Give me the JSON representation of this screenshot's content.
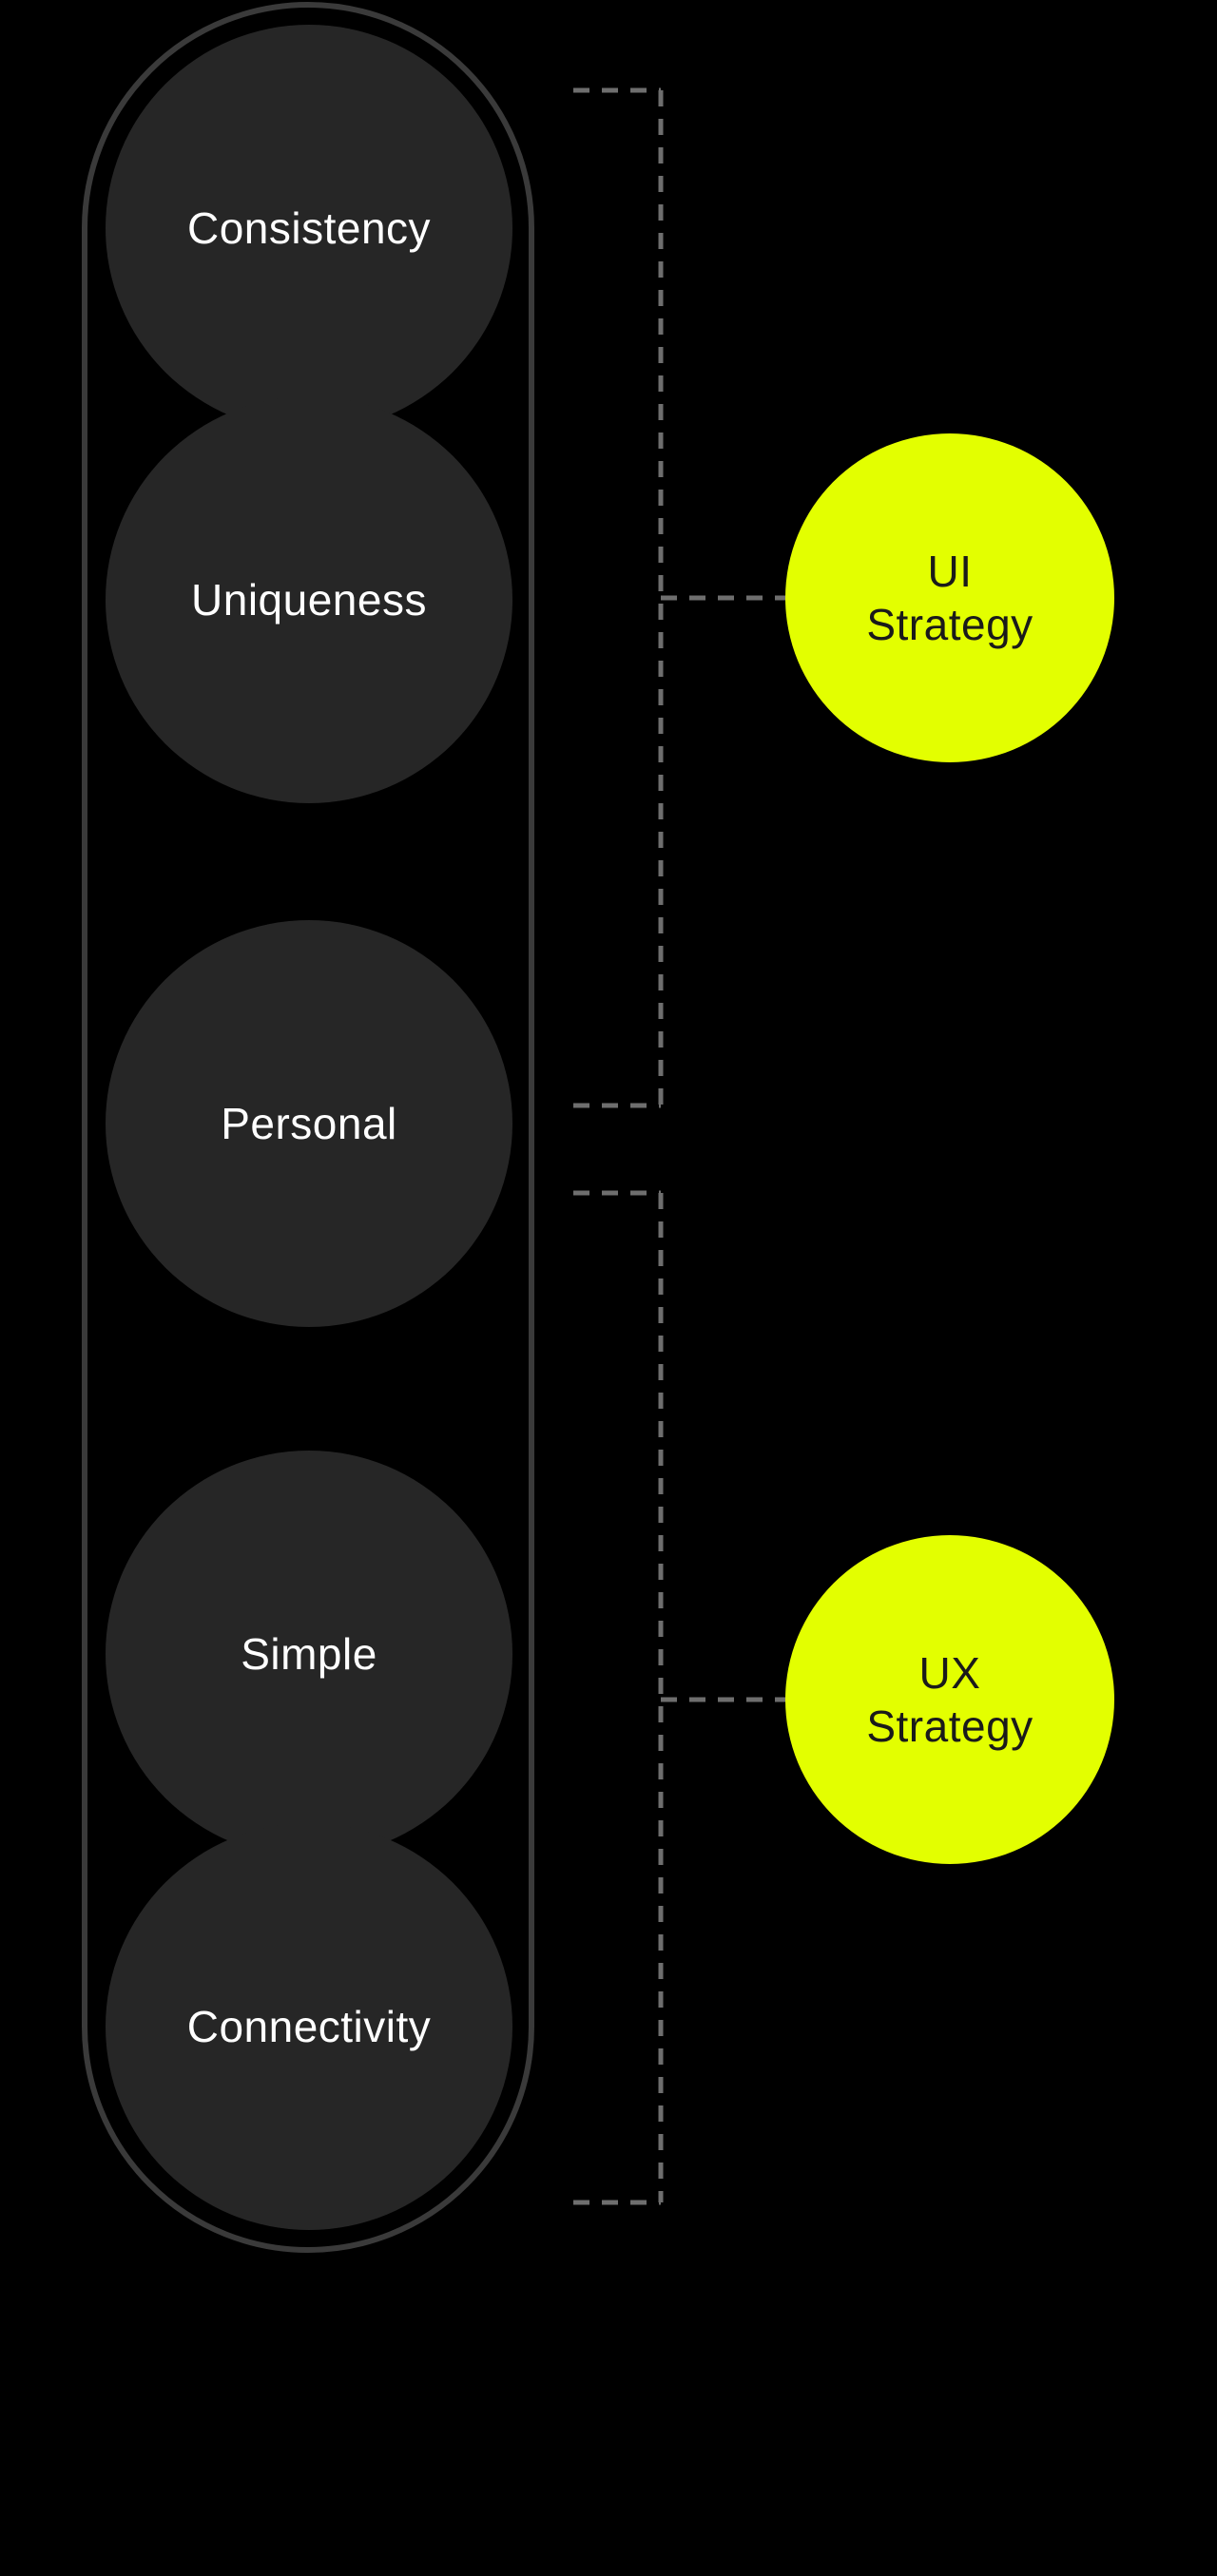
{
  "colors": {
    "background": "#000000",
    "pillar-fill": "#262626",
    "pillar-text": "#ffffff",
    "capsule-stroke": "#3a3a3a",
    "dash": "#6e6e6e",
    "accent": "#e3ff00",
    "strategy-text": "#1a1a1a"
  },
  "pillars": {
    "items": [
      {
        "label": "Consistency"
      },
      {
        "label": "Uniqueness"
      },
      {
        "label": "Personal"
      },
      {
        "label": "Simple"
      },
      {
        "label": "Connectivity"
      }
    ]
  },
  "strategies": {
    "items": [
      {
        "label": "UI\nStrategy"
      },
      {
        "label": "UX\nStrategy"
      }
    ]
  }
}
